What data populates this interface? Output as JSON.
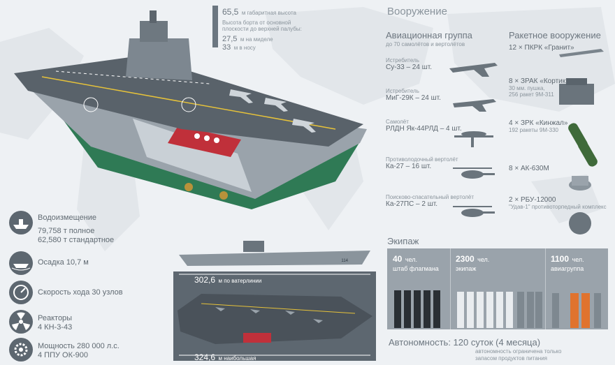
{
  "dims": {
    "height_title": "65,5",
    "height_unit": "м габаритная высота",
    "board_desc_1": "Высота борта от основной",
    "board_desc_2": "плоскости до верхней палубы:",
    "board_mid_value": "27,5",
    "board_mid_unit": "м на миделе",
    "board_bow_value": "33",
    "board_bow_unit": "м в носу",
    "len_waterline_value": "302,6",
    "len_waterline_unit": "м по ватерлинии",
    "len_max_value": "324,6",
    "len_max_unit": "м наибольшая"
  },
  "armament": {
    "title": "Вооружение",
    "air_group_title": "Авиационная группа",
    "air_group_sub": "до 70 самолётов и вертолётов",
    "missile_title": "Ракетное вооружение",
    "aircraft": [
      {
        "cap": "Истребитель",
        "name": "Су-33 – 24 шт."
      },
      {
        "cap": "Истребитель",
        "name": "МиГ-29К – 24 шт."
      },
      {
        "cap": "Самолёт",
        "name": "РЛДН Як-44РЛД – 4 шт."
      },
      {
        "cap": "Противолодочный вертолёт",
        "name": "Ка-27 – 16 шт."
      },
      {
        "cap": "Поисково-спасательный вертолёт",
        "name": "Ка-27ПС – 2 шт."
      }
    ],
    "weapons": [
      {
        "line1": "12 × ПКРК «Гранит»",
        "line2": ""
      },
      {
        "line1": "8 × ЗРАК «Кортик»",
        "line2": "30 мм. пушка,",
        "line3": "256 ракет 9М-311"
      },
      {
        "line1": "4 × ЗРК «Кинжал»",
        "line2": "192 ракеты 9М-330",
        "line3": ""
      },
      {
        "line1": "8 × АК-630М",
        "line2": "",
        "line3": ""
      },
      {
        "line1": "2 × РБУ-12000",
        "line2": "\"Удав-1\" противоторпедный комплекс",
        "line3": ""
      }
    ]
  },
  "crew": {
    "title": "Экипаж",
    "groups": [
      {
        "num": "40",
        "unit": "чел.",
        "desc": "штаб флагмана"
      },
      {
        "num": "2300",
        "unit": "чел.",
        "desc": "экипаж"
      },
      {
        "num": "1100",
        "unit": "чел.",
        "desc": "авиагруппа"
      }
    ],
    "autonomy_title": "Автономность: 120 суток (4 месяца)",
    "autonomy_sub1": "автономность ограничена только",
    "autonomy_sub2": "запасом продуктов питания"
  },
  "specs": {
    "displacement_title": "Водоизмещение",
    "displacement_full": "79,758 т полное",
    "displacement_std": "62,580 т стандартное",
    "draft": "Осадка 10,7 м",
    "speed": "Скорость хода 30 узлов",
    "reactors_title": "Реакторы",
    "reactors_val": "4 КН-3-43",
    "power_title": "Мощность 280 000 л.с.",
    "power_val": "4 ППУ ОК-900"
  },
  "ship_number": "114",
  "colors": {
    "bg": "#eef1f4",
    "icon": "#5d6770",
    "crew_panel": "#9aa3ab",
    "hull_red": "#c0303a",
    "hull_green": "#2f7a55"
  }
}
